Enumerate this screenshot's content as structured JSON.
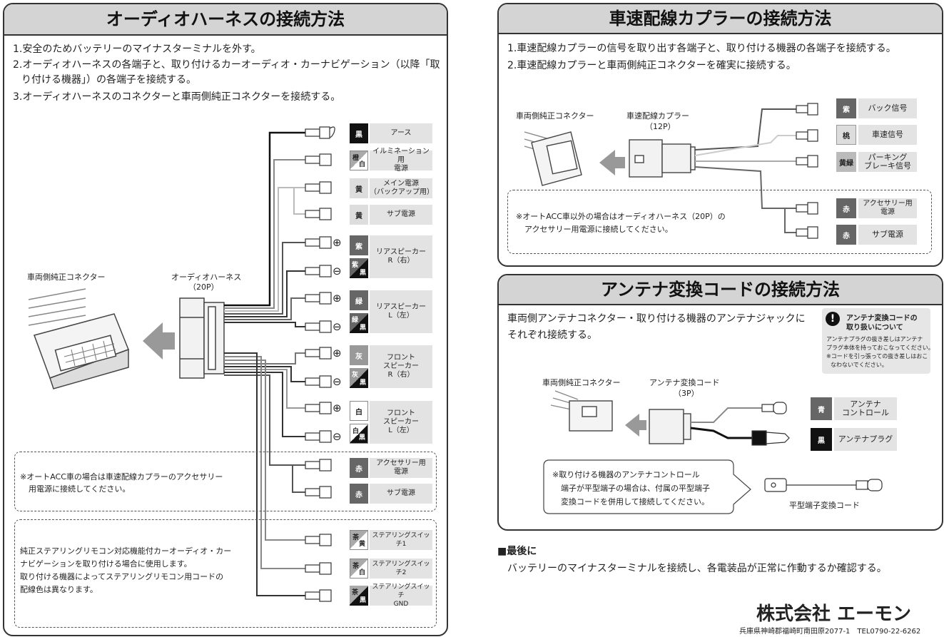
{
  "left_panel": {
    "title": "オーディオハーネスの接続方法",
    "steps": [
      "1.安全のためバッテリーのマイナスターミナルを外す。",
      "2.オーディオハーネスの各端子と、取り付けるカーオーディオ・カーナビゲーション（以降「取",
      "り付ける機器」）の各端子を接続する。",
      "3.オーディオハーネスのコネクターと車両側純正コネクターを接続する。"
    ],
    "vehicle_connector_label": "車両側純正コネクター",
    "harness_label": "オーディオハーネス",
    "harness_pins": "（20P）",
    "wires": [
      {
        "color": "黒",
        "label": "アース"
      },
      {
        "color_a": "橙",
        "color_b": "白",
        "label_1": "イルミネーション用",
        "label_2": "電源"
      },
      {
        "color": "黄",
        "label_1": "メイン電源",
        "label_2": "（バックアップ用）"
      },
      {
        "color": "黄",
        "label": "サブ電源"
      },
      {
        "color": "紫",
        "label_1": "リアスピーカー",
        "label_2": "R（右）"
      },
      {
        "color_a": "紫",
        "color_b": "黒"
      },
      {
        "color": "緑",
        "label_1": "リアスピーカー",
        "label_2": "L（左）"
      },
      {
        "color_a": "緑",
        "color_b": "黒"
      },
      {
        "color": "灰",
        "label_1": "フロント",
        "label_2": "スピーカー",
        "label_3": "R（右）"
      },
      {
        "color_a": "灰",
        "color_b": "黒"
      },
      {
        "color": "白",
        "label_1": "フロント",
        "label_2": "スピーカー",
        "label_3": "L（左）"
      },
      {
        "color_a": "白",
        "color_b": "黒"
      },
      {
        "color": "赤",
        "label_1": "アクセサリー用",
        "label_2": "電源"
      },
      {
        "color": "赤",
        "label": "サブ電源"
      },
      {
        "color_a": "茶",
        "color_b": "黄",
        "label": "ステアリングスイッチ1"
      },
      {
        "color_a": "茶",
        "color_b": "白",
        "label": "ステアリングスイッチ2"
      },
      {
        "color_a": "茶",
        "color_b": "黒",
        "label_1": "ステアリングスイッチ",
        "label_2": "GND"
      }
    ],
    "note_acc": [
      "※オートACC車の場合は車速配線カプラーのアクセサリー",
      "用電源に接続してください。"
    ],
    "note_steering": [
      "純正ステアリングリモコン対応機能付カーオーディオ・カー",
      "ナビゲーションを取り付ける場合に使用します。",
      "取り付ける機器によってステアリングリモコン用コードの",
      "配線色は異なります。"
    ],
    "plus": "⊕",
    "minus": "⊖"
  },
  "speed_panel": {
    "title": "車速配線カプラーの接続方法",
    "steps": [
      "1.車速配線カプラーの信号を取り出す各端子と、取り付ける機器の各端子を接続する。",
      "2.車速配線カプラーと車両側純正コネクターを確実に接続する。"
    ],
    "vehicle_connector_label": "車両側純正コネクター",
    "coupler_label": "車速配線カプラー",
    "coupler_pins": "（12P）",
    "wires": [
      {
        "color": "紫",
        "label": "バック信号"
      },
      {
        "color": "桃",
        "label": "車速信号"
      },
      {
        "color": "黄緑",
        "label_1": "パーキング",
        "label_2": "ブレーキ信号"
      },
      {
        "color": "赤",
        "label_1": "アクセサリー用",
        "label_2": "電源"
      },
      {
        "color": "赤",
        "label": "サブ電源"
      }
    ],
    "note": [
      "※オートACC車以外の場合はオーディオハーネス（20P）の",
      "アクセサリー用電源に接続してください。"
    ]
  },
  "antenna_panel": {
    "title": "アンテナ変換コードの接続方法",
    "desc": [
      "車両側アンテナコネクター・取り付ける機器のアンテナジャックに",
      "それぞれ接続する。"
    ],
    "caution_title_1": "アンテナ変換コードの",
    "caution_title_2": "取り扱いについて",
    "caution_body": [
      "アンテナプラグの抜き差しはアンテナ",
      "プラグ本体を持っておこなってください。",
      "※コードを引っ張っての抜き差しはおこ",
      "なわないでください。"
    ],
    "vehicle_connector_label": "車両側純正コネクター",
    "cord_label": "アンテナ変換コード",
    "cord_pins": "（3P）",
    "wires": [
      {
        "color": "青",
        "label_1": "アンテナ",
        "label_2": "コントロール"
      },
      {
        "color": "黒",
        "label": "アンテナプラグ"
      }
    ],
    "note": [
      "※取り付ける機器のアンテナコントロール",
      "端子が平型端子の場合は、付属の平型端子",
      "変換コードを併用して接続してください。"
    ],
    "flat_cord_label": "平型端子変換コード"
  },
  "final": {
    "heading": "■最後に",
    "text": "バッテリーのマイナスターミナルを接続し、各電装品が正常に作動するか確認する。"
  },
  "company": {
    "name": "株式会社 エーモン",
    "address": "兵庫県神崎郡福崎町南田原2077-1　TEL0790-22-6262"
  }
}
